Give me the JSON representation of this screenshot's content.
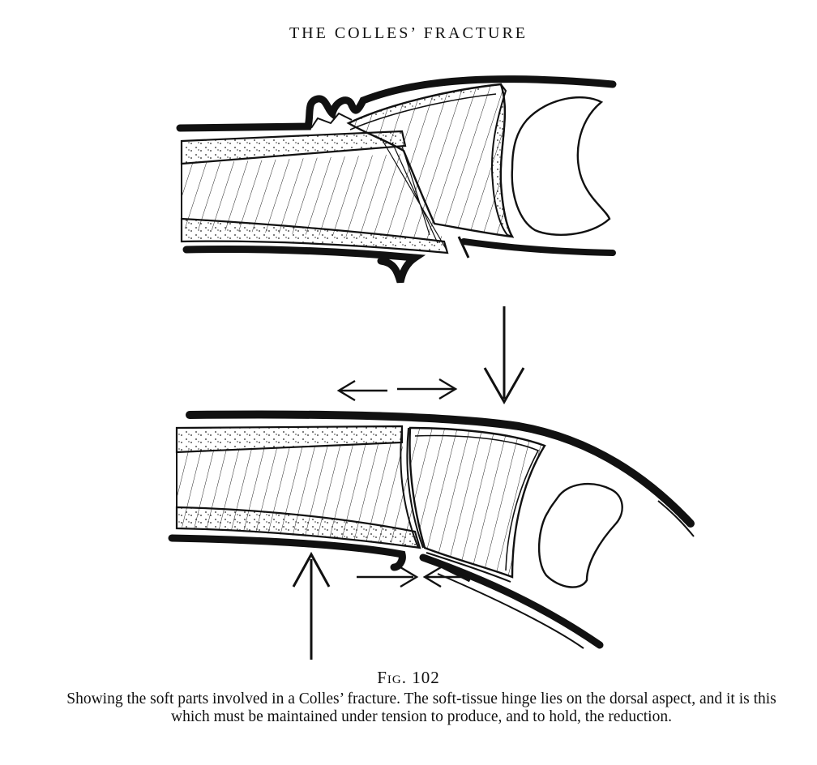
{
  "header": {
    "running_title": "THE COLLES’ FRACTURE"
  },
  "figure": {
    "number": "Fig. 102",
    "caption": "Showing the soft parts involved in a Colles’ fracture. The soft-tissue hinge lies on the dorsal aspect, and it is this which must be maintained under tension to produce, and to hold, the reduction."
  }
}
